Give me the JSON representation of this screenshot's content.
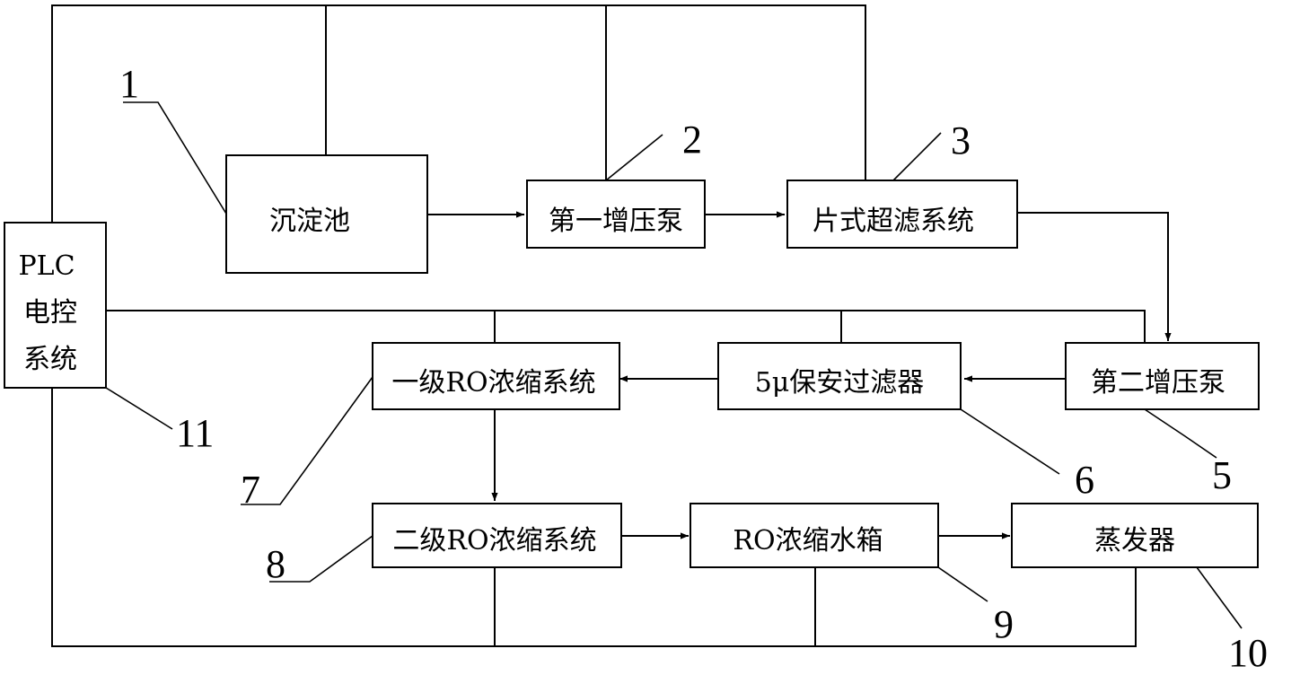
{
  "diagram": {
    "boxes": {
      "sedimentation_tank": "沉淀池",
      "first_booster_pump": "第一增压泵",
      "plate_uf_system": "片式超滤系统",
      "second_booster_pump": "第二增压泵",
      "security_filter": "5μ保安过滤器",
      "primary_ro": "一级RO浓缩系统",
      "secondary_ro": "二级RO浓缩系统",
      "ro_tank": "RO浓缩水箱",
      "evaporator": "蒸发器",
      "plc_line1": "PLC",
      "plc_line2": "电控",
      "plc_line3": "系统"
    },
    "ref_numbers": {
      "n1": "1",
      "n2": "2",
      "n3": "3",
      "n5": "5",
      "n6": "6",
      "n7": "7",
      "n8": "8",
      "n9": "9",
      "n10": "10",
      "n11": "11"
    }
  }
}
